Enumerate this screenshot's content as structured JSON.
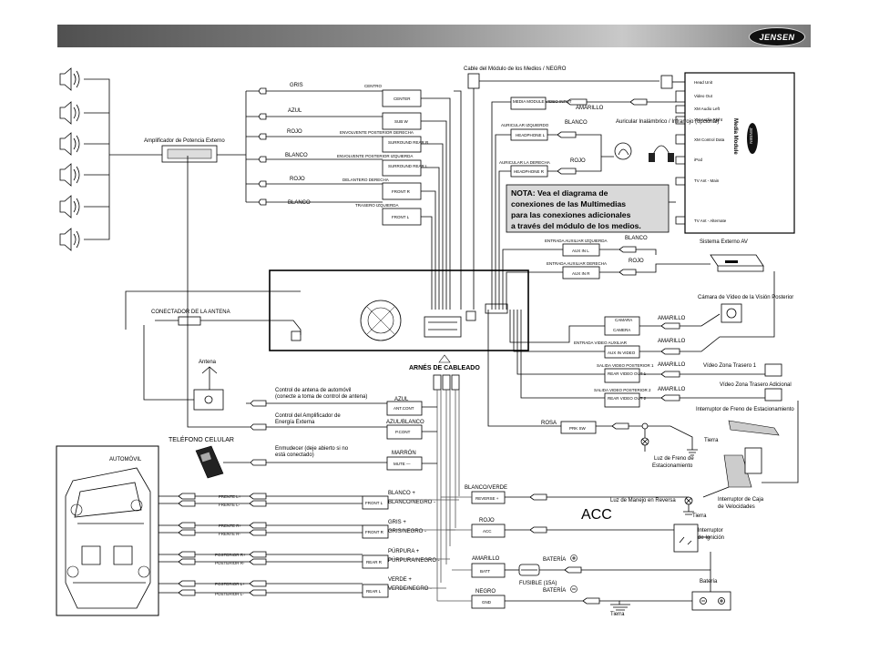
{
  "header": {
    "logo": "JENSEN"
  },
  "colors": {
    "header_dark": "#505050",
    "header_light": "#c9c9c9",
    "note_bg": "#d9d9d9"
  },
  "top": {
    "media_cable_label": "Cable del Módulo de los Medios / NEGRO",
    "media_module_title": "Media Module",
    "media_module_logo": "JENSEN",
    "media_module_ports": [
      "Head Unit",
      "Video Out",
      "XM Audio Left",
      "XM Audio Right",
      "XM Control Data",
      "iPod",
      "TV Ant - Main",
      "TV Ant - Alternate"
    ],
    "media_module_video_box": "MEDIA MODULE VIDEO INPUT",
    "amarillo": "AMARILLO",
    "headphone_left_label": "AURICULAR IZQUIERDO",
    "headphone_left_box": "HEADPHONE L",
    "headphone_right_label": "AURICULAR LA DERECHA",
    "headphone_right_box": "HEADPHONE R",
    "blanco": "BLANCO",
    "rojo": "ROJO",
    "wireless_headphone": "Auricular Inalámbrico / Infrarrojo (opcional)",
    "note": [
      "NOTA: Vea el diagrama de",
      "conexiones de las Multimedias",
      "para las conexiones adicionales",
      "a través del módulo de los medios."
    ]
  },
  "speakers": {
    "amp_label": "Amplificador de Potencia Externo",
    "rows": [
      {
        "color": "GRIS",
        "desc": "CENTRO",
        "box": "CENTER"
      },
      {
        "color": "AZUL",
        "desc": "",
        "box": "SUB W"
      },
      {
        "color": "ROJO",
        "desc": "ENVOLVENTE POSTERIOR DERECHA",
        "box": "SURROUND REAR R"
      },
      {
        "color": "BLANCO",
        "desc": "ENVOLVENTE POSTERIOR IZQUIERDA",
        "box": "SURROUND REAR L"
      },
      {
        "color": "ROJO",
        "desc": "DELANTERO DERECHA",
        "box": "FRONT R"
      },
      {
        "color": "BLANCO",
        "desc": "TRASERO IZQUIERDA",
        "box": "FRONT L"
      }
    ]
  },
  "aux": {
    "left_label": "ENTRADA AUXILIAR IZQUIERDA",
    "left_box": "AUX IN L",
    "left_color": "BLANCO",
    "right_label": "ENTRADA AUXILIAR DERECHA",
    "right_box": "AUX IN R",
    "right_color": "ROJO",
    "external_av": "Sistema Externo AV"
  },
  "camera": {
    "label": "Cámara de Vídeo de la Visión Posterior",
    "box_top": "CAMARA",
    "box": "CAMERA",
    "color": "AMARILLO"
  },
  "aux_video": {
    "label": "ENTRADA VIDEO AUXILIAR",
    "box": "AUX IN VIDEO",
    "color": "AMARILLO"
  },
  "rear_video1": {
    "label": "SALIDA VIDEO POSTERIOR 1",
    "box": "REAR VIDEO OUT 1",
    "color": "AMARILLO",
    "target": "Vídeo Zona Trasero 1"
  },
  "rear_video2": {
    "label": "SALIDA VIDEO POSTERIOR 2",
    "box": "REAR VIDEO OUT 2",
    "color": "AMARILLO",
    "target": "Vídeo Zona Trasero Adicional"
  },
  "antenna": {
    "connector": "CONECTADOR DE LA ANTENA",
    "label": "Antena"
  },
  "harness": {
    "label": "ARNÉS DE CABLEADO"
  },
  "controls": {
    "ant_desc": [
      "Control de antena de automóvil",
      "(conecte a toma de control de antena)"
    ],
    "ant_color": "AZUL",
    "ant_box": "ANT.CONT",
    "amp_desc": [
      "Control del Amplificador de",
      "Energía Externa"
    ],
    "amp_color": "AZUL/BLANCO",
    "amp_box": "P.CONT",
    "phone": "TELÉFONO CELULAR",
    "mute_desc": [
      "Enmudecer (deje abierto si no",
      "está conectado)"
    ],
    "mute_color": "MARRÓN",
    "mute_box": "MUTE —"
  },
  "parking": {
    "color": "ROSA",
    "box": "PRK SW",
    "switch": "Interruptor de Freno de Estacionamiento",
    "ground": "Tierra",
    "light": [
      "Luz de Freno de",
      "Estacionamiento"
    ]
  },
  "car": {
    "label": "AUTOMÓVIL"
  },
  "speaker_out": {
    "rows": [
      {
        "plus_label": "FRENTE L+",
        "minus_label": "FRENTE L-",
        "plus_color": "BLANCO +",
        "minus_color": "BLANCO/NEGRO -",
        "box": "FRONT L"
      },
      {
        "plus_label": "FRENTE R+",
        "minus_label": "FRENTE R-",
        "plus_color": "GRIS +",
        "minus_color": "GRIS/NEGRO -",
        "box": "FRONT R"
      },
      {
        "plus_label": "POSTERIOR R+",
        "minus_label": "POSTERIOR R-",
        "plus_color": "PÚRPURA +",
        "minus_color": "PÚRPURA/NEGRO -",
        "box": "REAR R"
      },
      {
        "plus_label": "POSTERIOR L+",
        "minus_label": "POSTERIOR L-",
        "plus_color": "VERDE +",
        "minus_color": "VERDE/NEGRO -",
        "box": "REAR L"
      }
    ]
  },
  "power": {
    "reverse_color": "BLANCO/VERDE",
    "reverse_box": "REVERSE +",
    "reverse_light": "Luz de Manejo en Reversa",
    "gear_switch": [
      "Interruptor de Caja",
      "de Velocidades"
    ],
    "gear_ground": "Tierra",
    "acc_title": "ACC",
    "acc_color": "ROJO",
    "acc_box": "ACC",
    "ignition": [
      "Interruptor",
      "de Ignición"
    ],
    "batt_color": "AMARILLO",
    "batt_box": "BATT",
    "fuse": "FUSIBLE (15A)",
    "batt_plus": "BATERÍA",
    "battery": "Batería",
    "gnd_color": "NEGRO",
    "gnd_box": "GND",
    "batt_minus": "BATERÍA",
    "gnd_ground": "Tierra"
  }
}
